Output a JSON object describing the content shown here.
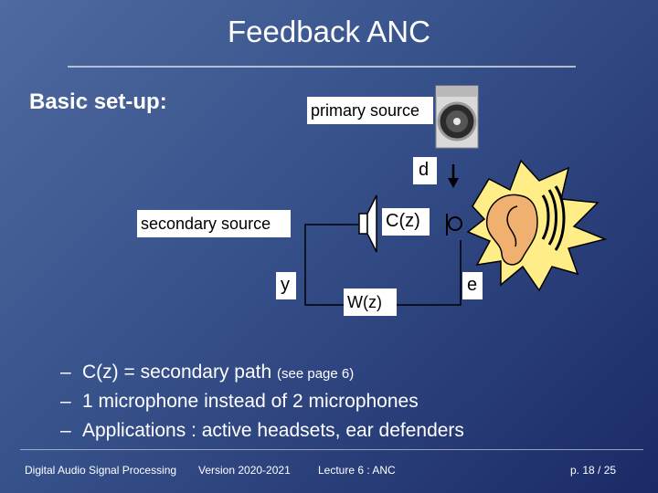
{
  "slide": {
    "title": "Feedback ANC",
    "setup_label": "Basic set-up:"
  },
  "diagram": {
    "primary_source_label": "primary source",
    "secondary_source_label": "secondary source",
    "d_label": "d",
    "czc_label": "C(z)",
    "y_label": "y",
    "e_label": "e",
    "wz_label": "W(z)"
  },
  "bullets": [
    {
      "text": "C(z) = secondary path ",
      "note": "(see page 6)"
    },
    {
      "text": "1 microphone instead of 2 microphones",
      "note": ""
    },
    {
      "text": "Applications : active headsets, ear defenders",
      "note": ""
    }
  ],
  "footer": {
    "course": "Digital Audio Signal Processing",
    "version": "Version 2020-2021",
    "lecture": "Lecture 6 : ANC",
    "page": "p. 18 / 25"
  },
  "colors": {
    "label_box": "#ffffff",
    "burst": "#ffee88",
    "background_start": "#4f6a9f",
    "background_end": "#1b2a66"
  }
}
